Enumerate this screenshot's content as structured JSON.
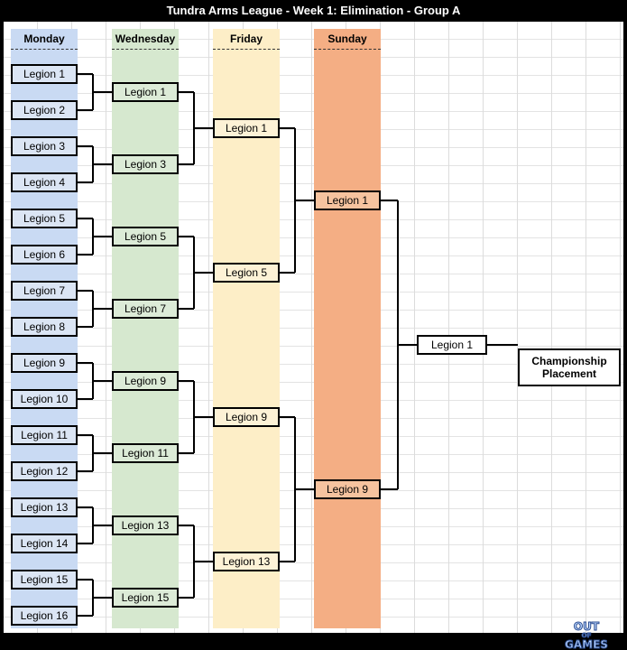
{
  "title": "Tundra Arms League - Week 1: Elimination - Group A",
  "columns": {
    "monday": "Monday",
    "wednesday": "Wednesday",
    "friday": "Friday",
    "sunday": "Sunday"
  },
  "monday": [
    "Legion 1",
    "Legion 2",
    "Legion 3",
    "Legion 4",
    "Legion 5",
    "Legion 6",
    "Legion 7",
    "Legion 8",
    "Legion 9",
    "Legion 10",
    "Legion 11",
    "Legion 12",
    "Legion 13",
    "Legion 14",
    "Legion 15",
    "Legion 16"
  ],
  "wednesday": [
    "Legion 1",
    "Legion 3",
    "Legion 5",
    "Legion 7",
    "Legion 9",
    "Legion 11",
    "Legion 13",
    "Legion 15"
  ],
  "friday": [
    "Legion 1",
    "Legion 5",
    "Legion 9",
    "Legion 13"
  ],
  "sunday": [
    "Legion 1",
    "Legion 9"
  ],
  "final": "Legion 1",
  "championship": "Championship\nPlacement",
  "logo": {
    "line1": "OUT",
    "line2": "OF",
    "line3": "GAMES"
  },
  "colors": {
    "monday": "#dbe5f4",
    "wednesday": "#dcebd7",
    "friday": "#fdf2d6",
    "sunday": "#f6c39f"
  }
}
